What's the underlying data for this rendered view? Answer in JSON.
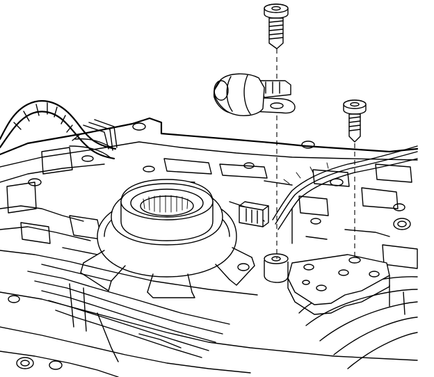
{
  "figure": {
    "kind": "exploded-view line drawing",
    "colors": {
      "ink": "#000000",
      "paper": "#ffffff"
    },
    "parts": [
      {
        "name": "sensor-bolt",
        "icon": "bolt-icon"
      },
      {
        "name": "speed-sensor",
        "icon": "sensor-icon"
      },
      {
        "name": "bracket-bolt",
        "icon": "bolt-icon"
      },
      {
        "name": "wiring-harness",
        "icon": "harness-icon"
      },
      {
        "name": "electrical-connector",
        "icon": "connector-icon"
      },
      {
        "name": "bearing-hub",
        "icon": "bearing-icon"
      },
      {
        "name": "mounting-bracket",
        "icon": "bracket-icon"
      },
      {
        "name": "transmission-case",
        "icon": "case-icon"
      }
    ]
  }
}
